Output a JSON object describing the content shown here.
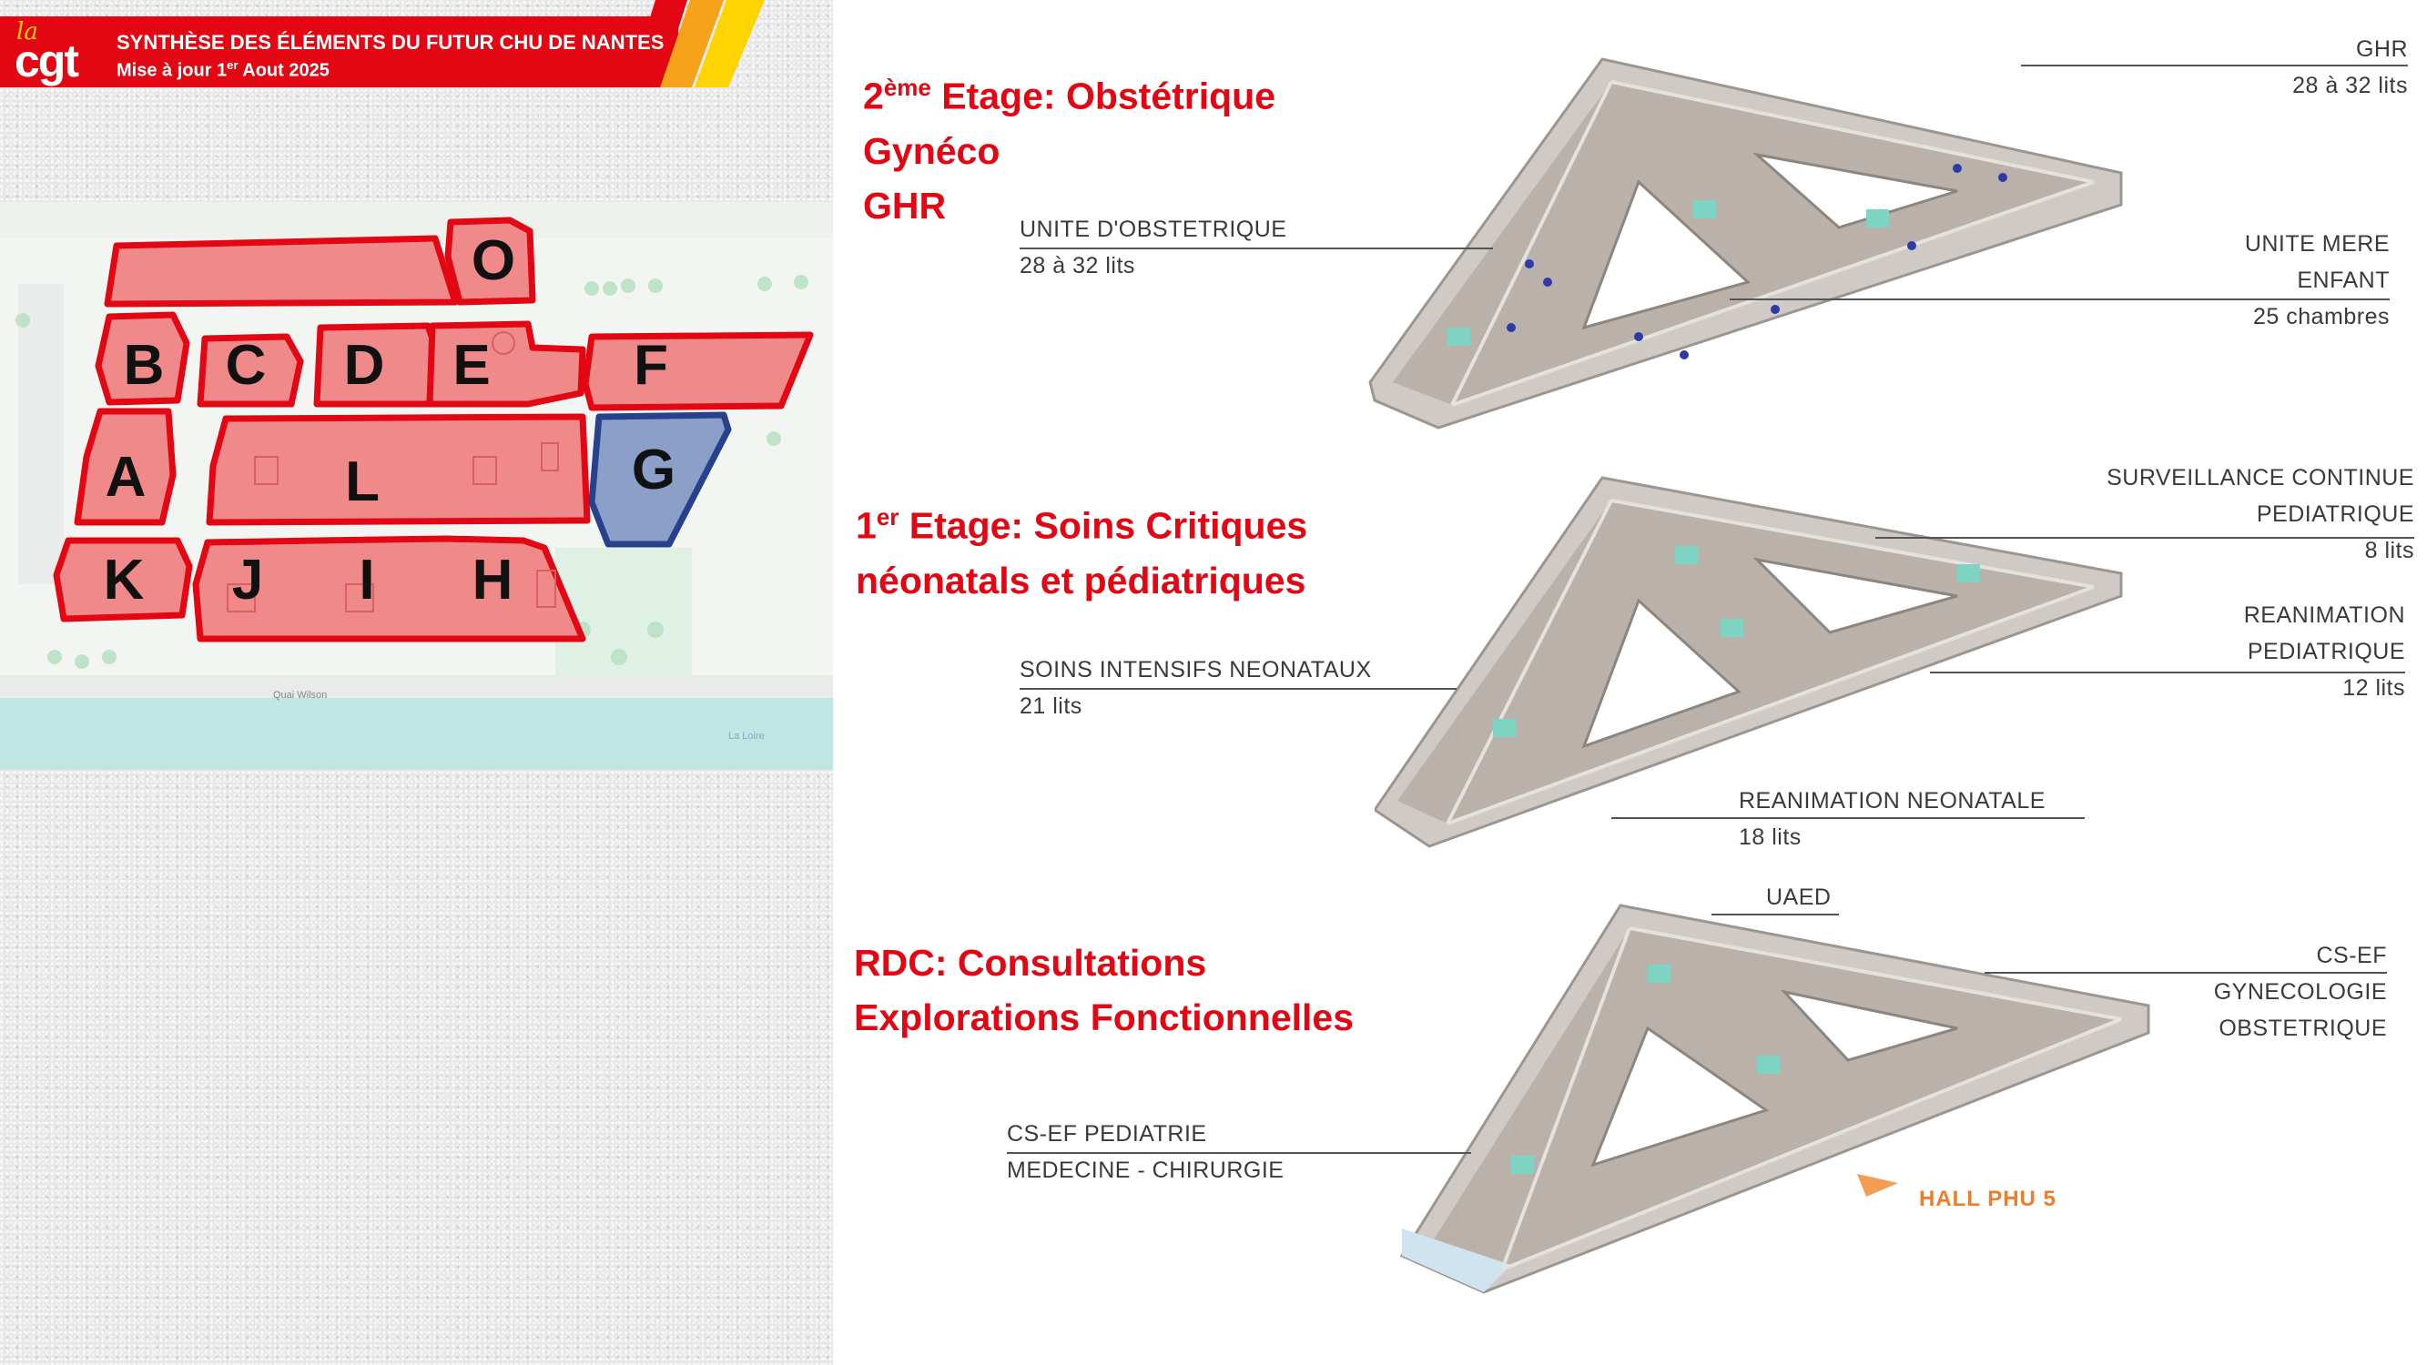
{
  "header": {
    "logo_small": "la",
    "logo_main": "cgt",
    "title": "SYNTHÈSE DES ÉLÉMENTS DU FUTUR CHU DE NANTES",
    "subtitle_prefix": "Mise à jour 1",
    "subtitle_sup": "er",
    "subtitle_suffix": " Aout 2025"
  },
  "map": {
    "buildings": [
      "O",
      "B",
      "C",
      "D",
      "E",
      "F",
      "A",
      "L",
      "G",
      "K",
      "J",
      "I",
      "H"
    ],
    "street_label": "Quai Wilson",
    "river_label": "La Loire",
    "highlighted_building": "G",
    "colors": {
      "building_fill": "#f08a8a",
      "building_stroke": "#e30613",
      "highlight_fill": "#8c9fc9",
      "highlight_stroke": "#27418c",
      "river": "#bfe6e2",
      "park": "#dff1e4"
    }
  },
  "floors": [
    {
      "title_line1_prefix": "2",
      "title_line1_sup": "ème",
      "title_line1_suffix": " Etage: Obstétrique",
      "title_line2": "Gynéco",
      "title_line3": "GHR",
      "callouts": {
        "left_1": "UNITE D'OBSTETRIQUE",
        "left_2": "28 à 32 lits",
        "right_top_1": "GHR",
        "right_top_2": "28 à 32 lits",
        "right_mid_1": "UNITE MERE",
        "right_mid_2": "ENFANT",
        "right_mid_3": "25 chambres"
      }
    },
    {
      "title_line1_prefix": "1",
      "title_line1_sup": "er",
      "title_line1_suffix": " Etage: Soins Critiques",
      "title_line2": "néonatals et pédiatriques",
      "callouts": {
        "right_top_1": "SURVEILLANCE CONTINUE",
        "right_top_2": "PEDIATRIQUE",
        "right_top_3": "8 lits",
        "left_1": "SOINS INTENSIFS NEONATAUX",
        "left_2": "21 lits",
        "right_mid_1": "REANIMATION",
        "right_mid_2": "PEDIATRIQUE",
        "right_mid_3": "12 lits",
        "bottom_1": "REANIMATION NEONATALE",
        "bottom_2": "18 lits"
      }
    },
    {
      "title_line1": "RDC: Consultations",
      "title_line2": "Explorations Fonctionnelles",
      "callouts": {
        "top": "UAED",
        "right_1": "CS-EF",
        "right_2": "GYNECOLOGIE",
        "right_3": "OBSTETRIQUE",
        "left_1": "CS-EF PEDIATRIE",
        "left_2": "MEDECINE - CHIRURGIE",
        "hall": "HALL PHU 5"
      }
    }
  ]
}
